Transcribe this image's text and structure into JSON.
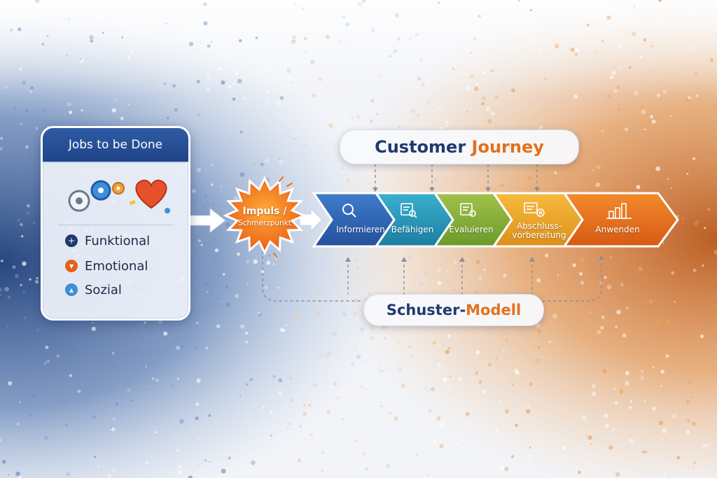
{
  "jobs_card": {
    "title": "Jobs to be Done",
    "items": [
      {
        "label": "Funktional",
        "icon": "plus-circle-icon",
        "color": "#1f3a6e"
      },
      {
        "label": "Emotional",
        "icon": "heart-circle-icon",
        "color": "#e2611d"
      },
      {
        "label": "Sozial",
        "icon": "person-circle-icon",
        "color": "#3d8fd6"
      }
    ]
  },
  "impulse": {
    "line1": "Impuls /",
    "line2": "Schmerzpunkt",
    "color": "#ea6a16"
  },
  "customer_journey": {
    "word1": "Customer",
    "word2": "Journey"
  },
  "steps": [
    {
      "label": "Informieren",
      "icon": "magnifier-icon",
      "color": "#2f66b5"
    },
    {
      "label": "Befähigen",
      "icon": "document-search-icon",
      "color": "#2497b9"
    },
    {
      "label": "Evaluieren",
      "icon": "checklist-icon",
      "color": "#7faf3a"
    },
    {
      "label_line1": "Abschluss-",
      "label_line2": "vorbereitung",
      "icon": "document-gear-icon",
      "color": "#eaa32a"
    },
    {
      "label": "Anwenden",
      "icon": "bar-chart-icon",
      "color": "#e8731c"
    }
  ],
  "schuster_model": {
    "word1": "Schuster-",
    "word2": "Modell"
  },
  "colors": {
    "navy": "#1f3a6e",
    "orange": "#e2711d",
    "blue_bg": "#2b4f8f",
    "orange_bg": "#d9721f"
  }
}
